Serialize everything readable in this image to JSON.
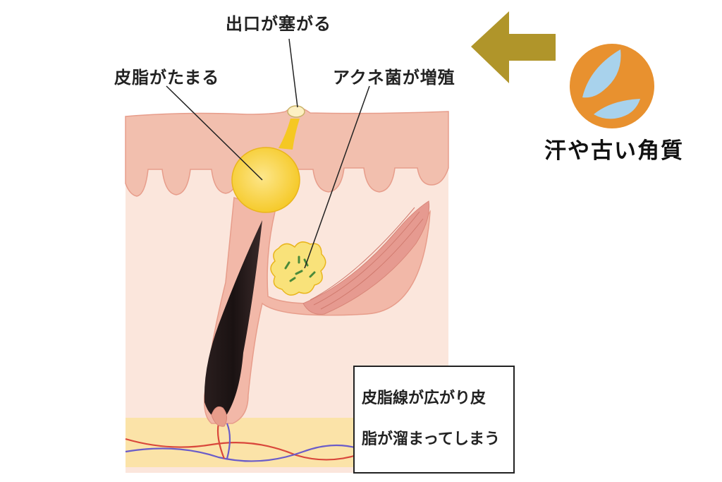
{
  "labels": {
    "pore_blocked": "出口が塞がる",
    "sebum_accumulates": "皮脂がたまる",
    "acne_bacteria_multiply": "アクネ菌が増殖",
    "sweat_and_old_keratin": "汗や古い角質"
  },
  "note": {
    "line1": "皮脂線が広がり皮",
    "line2": "脂が溜まってしまう"
  },
  "icons": {
    "arrow": "left-arrow-icon",
    "sweat": "sweat-drops-icon"
  },
  "colors": {
    "skin_outer": "#f2bfae",
    "skin_inner": "#fbe6dc",
    "subcutaneous": "#fbe3a8",
    "sebum": "#f9d23c",
    "hair": "#1b1414",
    "muscle": "#e69a90",
    "arrow": "#b0952a",
    "sweat_circle": "#e8912f",
    "sweat_drop": "#a8d2ec"
  }
}
